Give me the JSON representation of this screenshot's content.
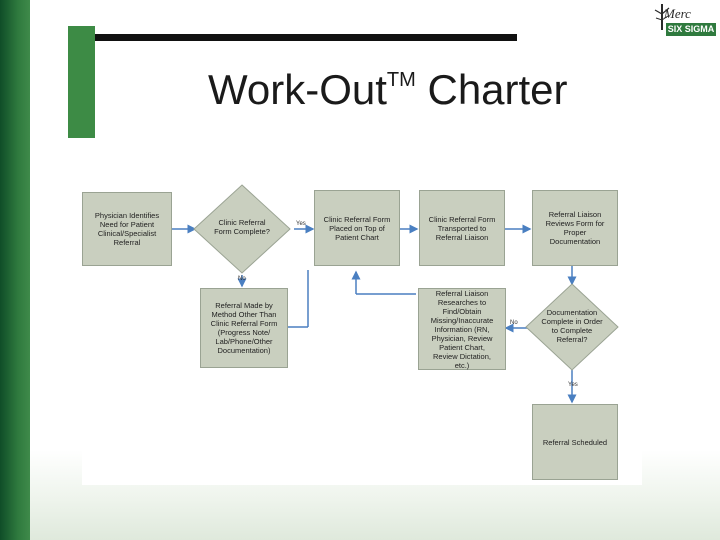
{
  "slide": {
    "title_main": "Work-Out",
    "title_tm": "TM",
    "title_end": " Charter",
    "logo_name": "Merc",
    "logo_sub": "SIX SIGMA"
  },
  "flowchart": {
    "nodes": {
      "physician": "Physician Identifies\nNeed for Patient\nClinical/Specialist\nReferral",
      "decision_form": "Clinic Referral\nForm Complete?",
      "placed_on_chart": "Clinic Referral Form\nPlaced on Top of\nPatient Chart",
      "transported": "Clinic Referral Form\nTransported to\nReferral Liaison",
      "liaison_reviews": "Referral Liaison\nReviews Form for\nProper\nDocumentation",
      "other_method": "Referral Made by\nMethod Other Than\nClinic Referral Form\n(Progress Note/\nLab/Phone/Other\nDocumentation)",
      "liaison_researches": "Referral Liaison\nResearches to\nFind/Obtain\nMissing/Inaccurate\nInformation (RN,\nPhysician, Review\nPatient Chart,\nReview Dictation,\netc.)",
      "decision_doc": "Documentation\nComplete in Order\nto Complete\nReferral?",
      "scheduled": "Referral Scheduled"
    },
    "edge_labels": {
      "yes_1": "Yes",
      "no_1": "No",
      "no_2": "No",
      "yes_2": "Yes"
    }
  },
  "colors": {
    "node_fill": "#c9cfbf",
    "connector": "#4a7fc1",
    "brand_green": "#2f7a3e"
  }
}
